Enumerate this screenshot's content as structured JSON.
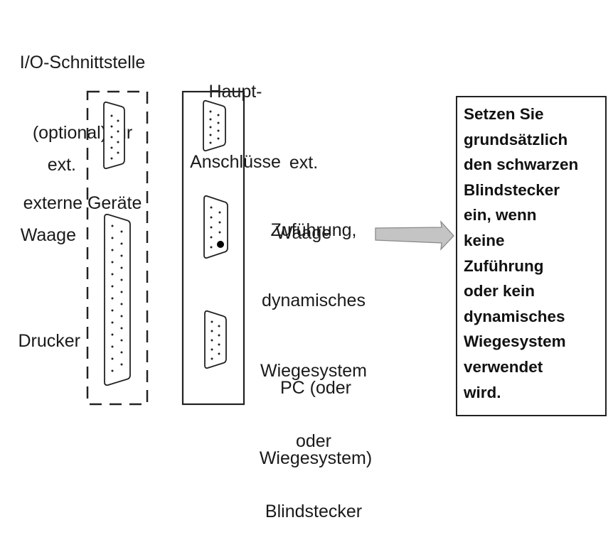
{
  "headers": {
    "io_interface": [
      "I/O-Schnittstelle",
      "(optional) für",
      "externe Geräte"
    ],
    "main_ports": [
      "Haupt-",
      "Anschlüsse"
    ]
  },
  "io_labels": {
    "scale": [
      "ext.",
      "Waage"
    ],
    "printer": [
      "Drucker"
    ]
  },
  "port_labels": {
    "scale": [
      "ext.",
      "Waage"
    ],
    "feeder": [
      "Zuführung,",
      "dynamisches",
      "Wiegesystem",
      "oder",
      "Blindstecker"
    ],
    "pc": [
      "PC (oder",
      "Wiegesystem)"
    ]
  },
  "note": {
    "lines": [
      "Setzen Sie",
      "grundsätzlich",
      "den schwarzen",
      "Blindstecker",
      "ein, wenn",
      "keine",
      "Zuführung",
      "oder kein",
      "dynamisches",
      "Wiegesystem",
      "verwendet",
      "wird."
    ]
  },
  "colors": {
    "line": "#222222",
    "arrow_fill": "#c4c4c4",
    "arrow_stroke": "#8a8a8a",
    "plug_dot": "#000000"
  }
}
